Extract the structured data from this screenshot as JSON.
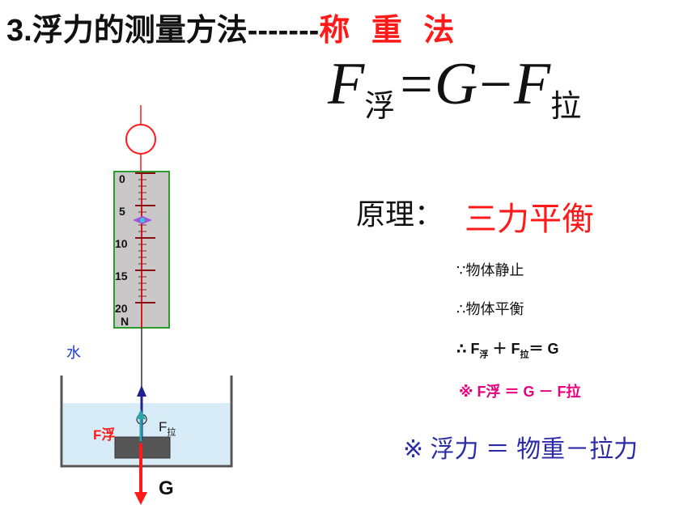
{
  "title": {
    "prefix": "3.浮力的测量方法-------",
    "method": "称 重 法"
  },
  "formula": {
    "f1": "F",
    "buoyancy_sub": "浮",
    "equals": "=",
    "g": "G",
    "minus": "−",
    "f2": "F",
    "pull_sub": "拉"
  },
  "principle": {
    "label": "原理：",
    "value": "三力平衡"
  },
  "steps": {
    "step1": "∵物体静止",
    "step2": "∴物体平衡",
    "step3_prefix": "∴ F",
    "step3_sub1": "浮",
    "step3_mid": " ＋ F",
    "step3_sub2": "拉",
    "step3_end": "＝ G",
    "step4": "※  F浮 ＝ G － F拉"
  },
  "bottom_note": "※ 浮力 ＝ 物重－拉力",
  "diagram": {
    "scale_ticks": [
      "0",
      "5",
      "10",
      "15",
      "20"
    ],
    "scale_unit": "N",
    "water_label": "水",
    "buoyancy_label": "F浮",
    "pull_label": "F",
    "pull_sub": "拉",
    "gravity_label": "G",
    "colors": {
      "scale_frame": "#2e9b2e",
      "scale_body": "#c9c7c7",
      "water": "#d8ecf8",
      "buoyancy_arrow": "#ff1a1a",
      "pull_arrow": "#20208f",
      "gravity_arrow": "#ff1a1a"
    }
  }
}
